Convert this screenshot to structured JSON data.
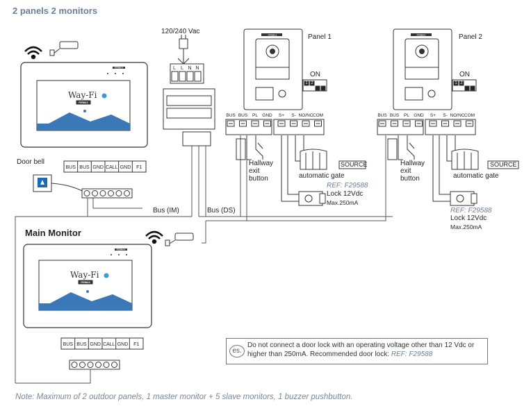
{
  "title": "2 panels 2 monitors",
  "labels": {
    "power": "120/240 Vac",
    "panel1": "Panel 1",
    "panel2": "Panel 2",
    "dip1_on": "ON",
    "dip2_on": "ON",
    "door_bell": "Door bell",
    "main_monitor": "Main Monitor",
    "bus_im": "Bus (IM)",
    "bus_ds": "Bus (DS)",
    "hallway1": "Hallway",
    "exit1": "exit",
    "button1": "button",
    "hallway2": "Hallway",
    "exit2": "exit",
    "button2": "button",
    "gate1": "automatic gate",
    "gate2": "automatic gate",
    "source1": "SOURCE",
    "source2": "SOURCE",
    "ref1": "REF: F29588",
    "lock1": "Lock 12Vdc",
    "max1": "Max.250mA",
    "ref2": "REF: F29588",
    "lock2": "Lock 12Vdc",
    "max2": "Max.250mA",
    "wayfi": "Way-Fi",
    "fermax": "FERMAX"
  },
  "panel_terminals": [
    "BUS",
    "BUS",
    "PL",
    "GND",
    "S+",
    "S-",
    "NO/NC",
    "COM"
  ],
  "monitor_terminals": [
    "BUS",
    "BUS",
    "GND",
    "CALL",
    "GND",
    "F1"
  ],
  "power_terminals": [
    "L",
    "L",
    "N",
    "N"
  ],
  "dip_numbers": [
    "1",
    "2",
    "3",
    "4"
  ],
  "warning": {
    "badge": "es.",
    "text": "Do not connect a door lock with an operating voltage other than 12 Vdc or higher than 250mA. Recommended door lock: ",
    "ref": "REF: F29588"
  },
  "note": "Note: Maximum of 2 outdoor panels, 1 master monitor + 5 slave monitors, 1 buzzer pushbutton."
}
